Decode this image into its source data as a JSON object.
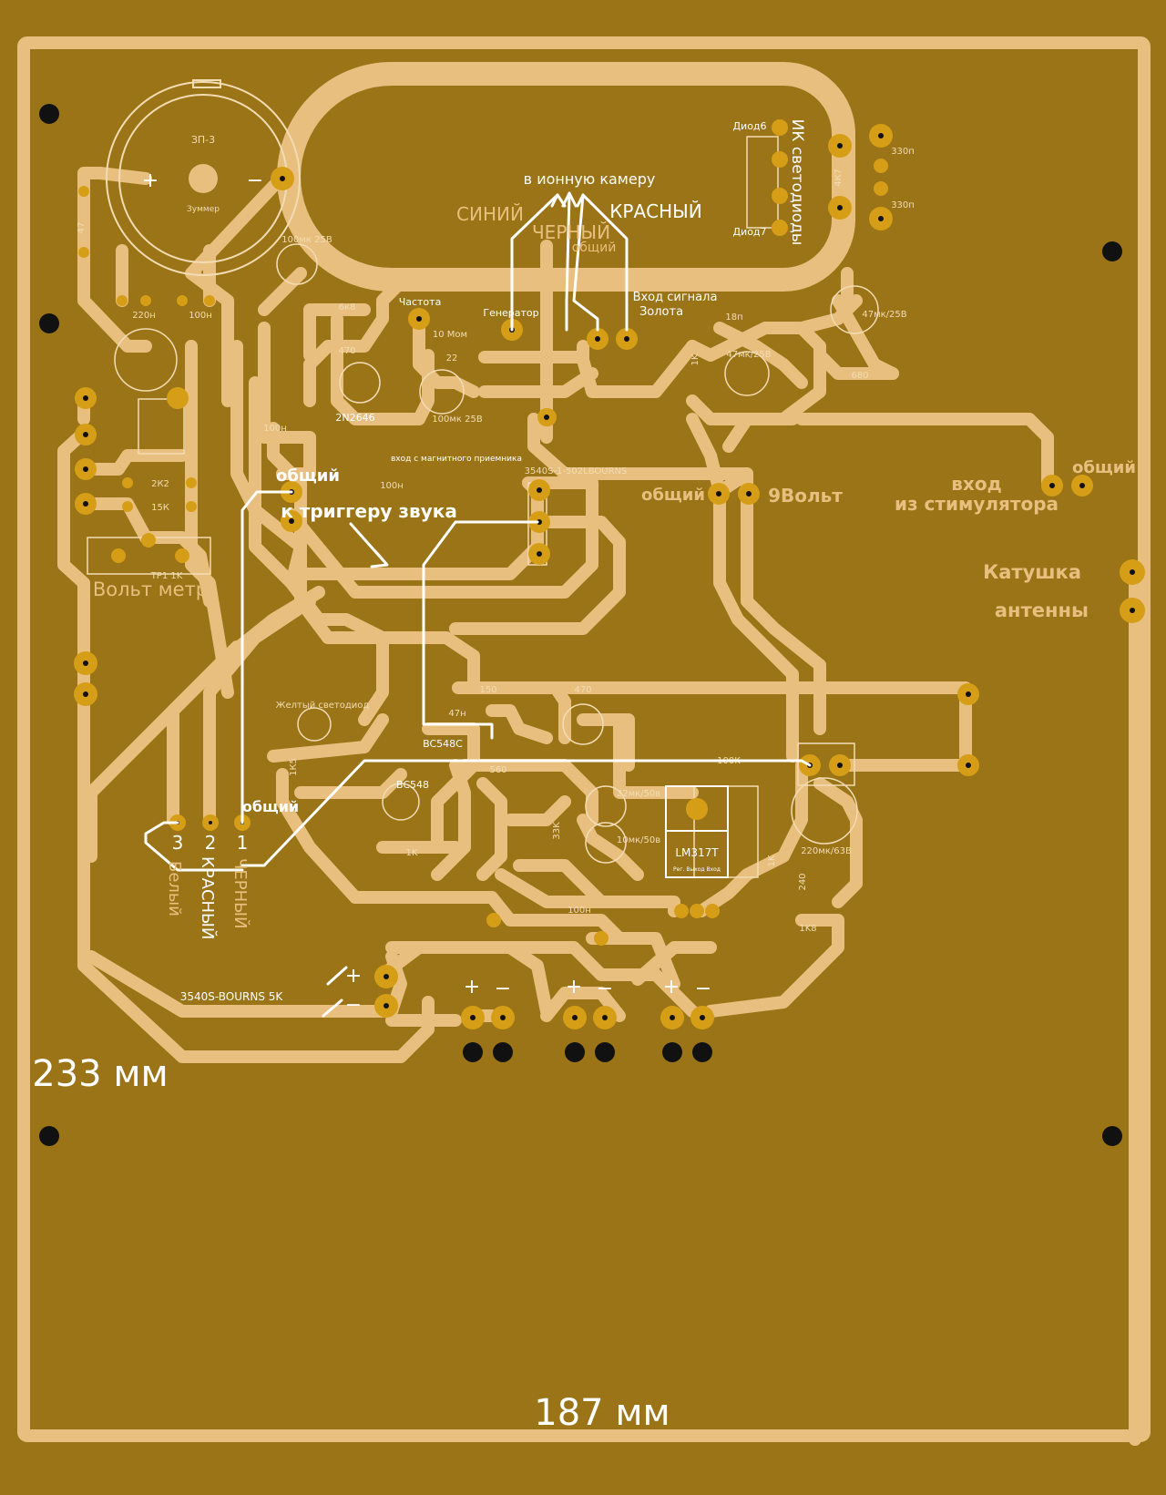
{
  "board": {
    "colors": {
      "substrate": "#9b7417",
      "trace": "#e8bf7e",
      "pad": "#d69e17",
      "hole": "#111111",
      "silk": "#ffffff"
    }
  },
  "labels": {
    "buzzer": "ЗП-3",
    "buzzer_name": "Зуммер",
    "plus": "+",
    "minus": "−",
    "to_ion_chamber": "в ионную камеру",
    "blue": "СИНИЙ",
    "black": "ЧЕРНЫЙ",
    "red": "КРАСНЫЙ",
    "common_small": "общий",
    "ir_leds": "ИК светодиоды",
    "diode6": "Диод6",
    "diode7": "Диод7",
    "frequency": "Частота",
    "generator": "Генератор",
    "signal_in": "Вход сигнала",
    "gold": "Золота",
    "mag_input": "вход с магнитного приемника",
    "trimmer_top": "3540S-1-502LBOURNS",
    "common": "общий",
    "to_sound_trigger": "к триггеру звука",
    "nine_volt": "9Вольт",
    "input": "вход",
    "from_stimulator": "из стимулятора",
    "coil": "Катушка",
    "antenna": "антенны",
    "voltmeter": "Вольт метр",
    "tp1": "TP1  1K",
    "yellow_led": "Желтый светодиод",
    "bc548c": "BC548C",
    "bc548": "BC548",
    "lm317": "LM317T",
    "lm317_pins": "Рег. Выход Вход",
    "transistor_2n2646": "2N2646",
    "pin3": "3",
    "pin2": "2",
    "pin1": "1",
    "white": "Белый",
    "red2": "КРАСНЫЙ",
    "black2": "ЧЕРНЫЙ",
    "trimmer_bottom": "3540S-BOURNS 5K",
    "height": "233 мм",
    "width": "187 мм"
  },
  "components": {
    "r47": "47",
    "c220n": "220н",
    "c100n_a": "100н",
    "c100mk": "100мк 25В",
    "r6k8": "6к8",
    "r470a": "470",
    "r10m": "10 Мом",
    "r22": "22",
    "c100mk_b": "100мк 25В",
    "c100n_b": "100н",
    "c18p": "18п",
    "c47mk_a": "47мк/25В",
    "c47mk_b": "47мк/25В",
    "r680": "680",
    "r1k": "1K",
    "r4k7": "4К7",
    "c330p_a": "330п",
    "c330p_b": "330п",
    "c100n_c": "100н",
    "r2k2": "2К2",
    "r15k": "15К",
    "r150": "150",
    "r470b": "470",
    "c47n": "47н",
    "r1k5": "1К5",
    "r560": "560",
    "r100k": "100K",
    "c22mk": "22мк/50в",
    "r33k": "33K",
    "c10mk": "10мк/50в",
    "r1k_b": "1K",
    "c100n_d": "100н",
    "c220mk": "220мк/63В",
    "r1k8": "1K8",
    "r240": "240",
    "r1k_c": "1K"
  }
}
